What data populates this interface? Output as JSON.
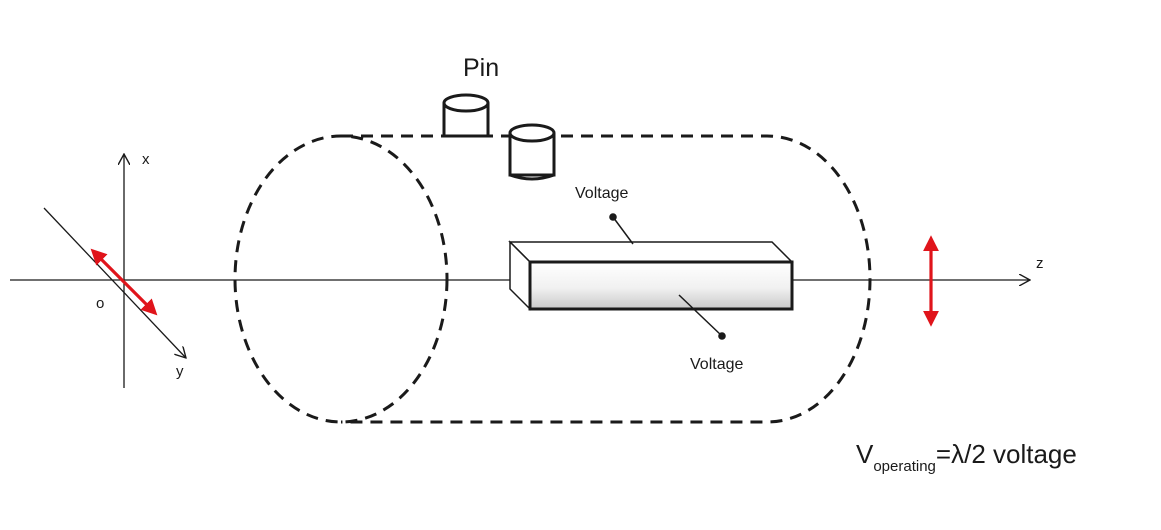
{
  "labels": {
    "pin": "Pin",
    "voltage_top": "Voltage",
    "voltage_bottom": "Voltage",
    "axis_x": "x",
    "axis_y": "y",
    "axis_z": "z",
    "origin": "o"
  },
  "formula": {
    "base": "V",
    "subscript": "operating",
    "rest": "=λ/2 voltage"
  },
  "colors": {
    "line": "#1a1a1a",
    "polarization_arrow": "#e0141b"
  }
}
